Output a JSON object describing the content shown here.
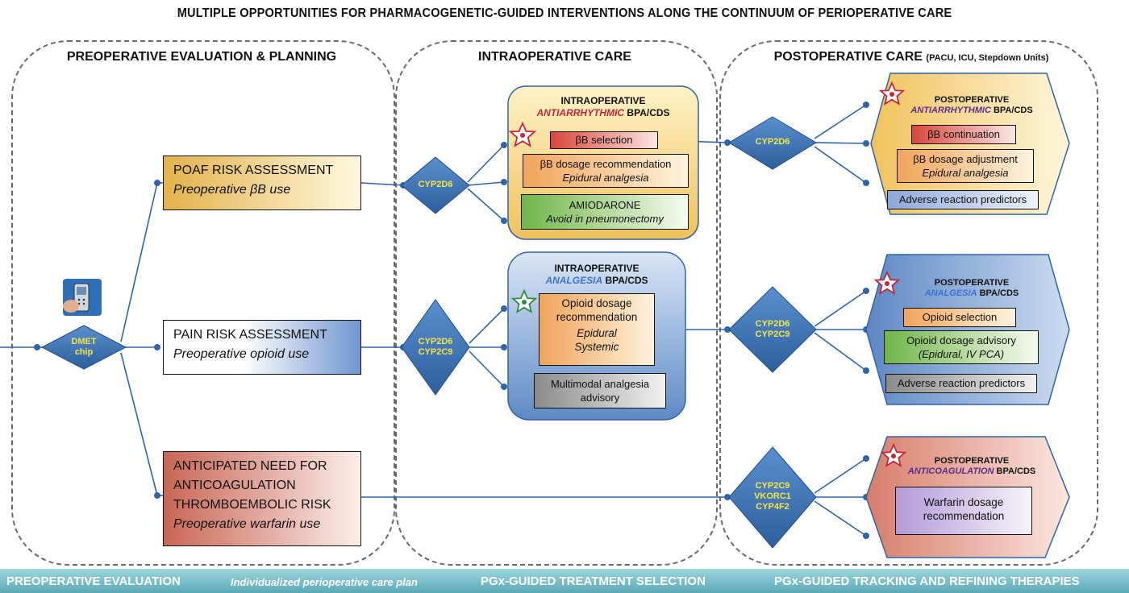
{
  "title": "MULTIPLE OPPORTUNITIES FOR PHARMACOGENETIC-GUIDED INTERVENTIONS ALONG THE CONTINUUM OF PERIOPERATIVE CARE",
  "panels": {
    "preop": "PREOPERATIVE EVALUATION & PLANNING",
    "intraop": "INTRAOPERATIVE CARE",
    "postop": "POSTOPERATIVE CARE",
    "postop_sub": "(PACU, ICU, Stepdown Units)"
  },
  "dmet": {
    "line1": "DMET",
    "line2": "chip",
    "icon": "phone-icon"
  },
  "risk_boxes": {
    "poaf": {
      "title": "POAF RISK ASSESSMENT",
      "sub": "Preoperative βB use"
    },
    "pain": {
      "title": "PAIN RISK ASSESSMENT",
      "sub": "Preoperative opioid use"
    },
    "anticoag": {
      "l1": "ANTICIPATED NEED FOR",
      "l2": "ANTICOAGULATION",
      "l3": "THROMBOEMBOLIC RISK",
      "sub": "Preoperative warfarin use"
    }
  },
  "diamonds": {
    "intra_arr": [
      "CYP2D6"
    ],
    "intra_pain": [
      "CYP2D6",
      "CYP2C9"
    ],
    "post_arr": [
      "CYP2D6"
    ],
    "post_pain": [
      "CYP2D6",
      "CYP2C9"
    ],
    "post_coag": [
      "CYP2C9",
      "VKORC1",
      "CYP4F2"
    ]
  },
  "intra_arr": {
    "head1": "INTRAOPERATIVE",
    "head_acc": "ANTIARRHYTHMIC",
    "head_tail": " BPA/CDS",
    "b1": "βB selection",
    "b2_l1": "βB dosage recommendation",
    "b2_l2": "Epidural analgesia",
    "b3_l1": "AMIODARONE",
    "b3_l2": "Avoid in pneumonectomy"
  },
  "intra_pain": {
    "head1": "INTRAOPERATIVE",
    "head_acc": "ANALGESIA",
    "head_tail": " BPA/CDS",
    "b1_l1": "Opioid dosage",
    "b1_l2": "recommendation",
    "b1_l3": "Epidural",
    "b1_l4": "Systemic",
    "b2_l1": "Multimodal analgesia",
    "b2_l2": "advisory"
  },
  "post_arr": {
    "head1": "POSTOPERATIVE",
    "head_acc": "ANTIARRHYTHMIC",
    "head_tail": " BPA/CDS",
    "b1": "βB continuation",
    "b2_l1": "βB dosage adjustment",
    "b2_l2": "Epidural analgesia",
    "b3": "Adverse reaction predictors"
  },
  "post_pain": {
    "head1": "POSTOPERATIVE",
    "head_acc": "ANALGESIA",
    "head_tail": " BPA/CDS",
    "b1": "Opioid selection",
    "b2_l1": "Opioid dosage advisory",
    "b2_l2": "(Epidural, IV PCA)",
    "b3": "Adverse reaction predictors"
  },
  "post_coag": {
    "head1": "POSTOPERATIVE",
    "head_acc": "ANTICOAGULATION",
    "head_tail": " BPA/CDS",
    "b1_l1": "Warfarin dosage",
    "b1_l2": "recommendation"
  },
  "footer": {
    "f1": "PREOPERATIVE EVALUATION",
    "f2": "Individualized perioperative care plan",
    "f3": "PGx-GUIDED TREATMENT SELECTION",
    "f4": "PGx-GUIDED TRACKING AND REFINING THERAPIES"
  },
  "colors": {
    "line": "#2f64a8",
    "diamond": "#3f77b8",
    "diamond_text": "#f4e640",
    "accent_red": "#c2273a",
    "accent_purple": "#5a2d8a",
    "accent_blue": "#4472c4"
  }
}
